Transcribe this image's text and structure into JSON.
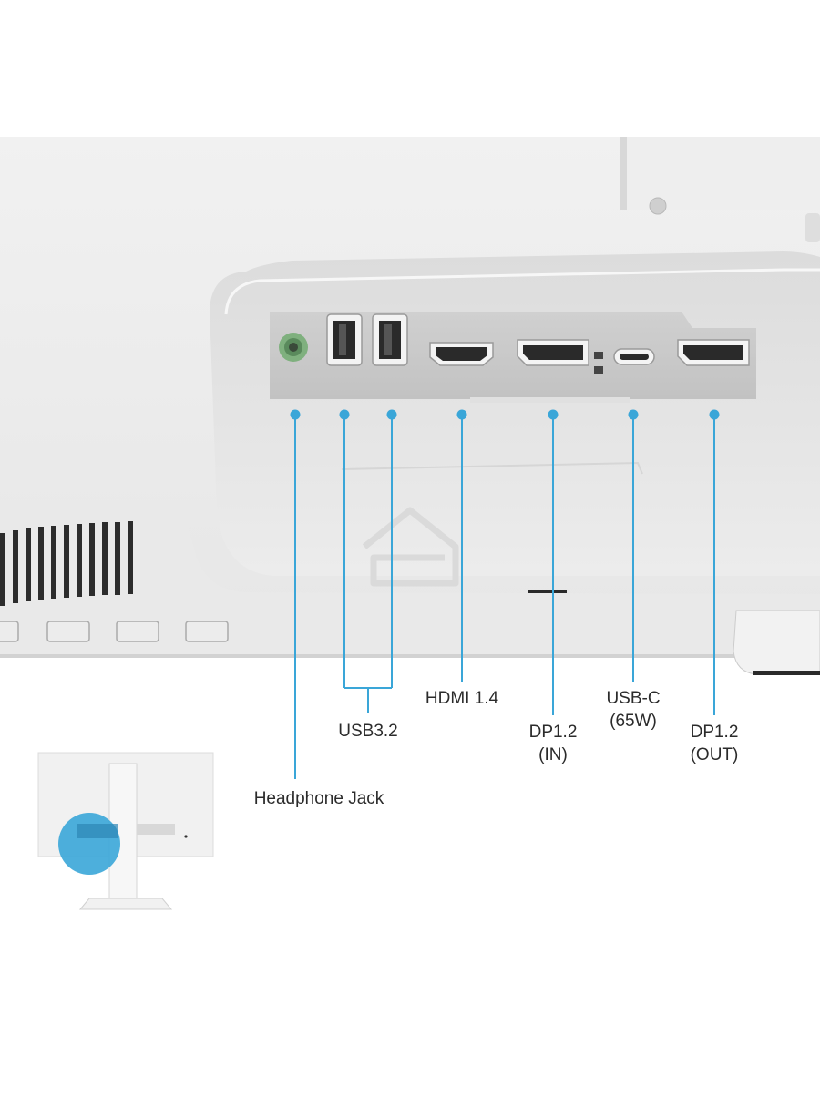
{
  "accent_color": "#3aa6d8",
  "ports": [
    {
      "id": "headphone-jack",
      "label_lines": [
        "Headphone Jack"
      ]
    },
    {
      "id": "usb32",
      "label_lines": [
        "USB3.2"
      ]
    },
    {
      "id": "hdmi",
      "label_lines": [
        "HDMI 1.4"
      ]
    },
    {
      "id": "dp-in",
      "label_lines": [
        "DP1.2",
        "(IN)"
      ]
    },
    {
      "id": "usb-c",
      "label_lines": [
        "USB-C",
        "(65W)"
      ]
    },
    {
      "id": "dp-out",
      "label_lines": [
        "DP1.2",
        "(OUT)"
      ]
    }
  ],
  "inset": {
    "icon": "monitor-rear-thumbnail",
    "highlight": "io-panel-location"
  }
}
